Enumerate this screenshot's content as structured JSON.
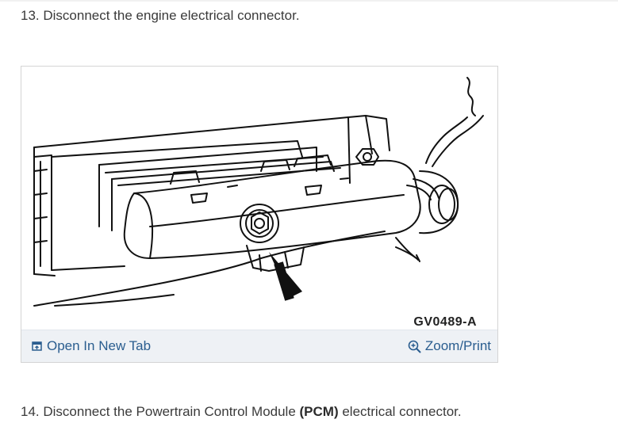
{
  "steps": {
    "step13": {
      "text": "13. Disconnect the engine electrical connector."
    },
    "step14": {
      "prefix": "14. Disconnect the Powertrain Control Module ",
      "bold": "(PCM)",
      "suffix": " electrical connector."
    }
  },
  "figure": {
    "code": "GV0489-A",
    "open_tab_label": "Open In New Tab",
    "zoom_print_label": "Zoom/Print"
  },
  "icons": {
    "open_tab": "open-new-tab-icon",
    "zoom": "zoom-in-icon"
  },
  "colors": {
    "link": "#2a5d8f",
    "footer_bg": "#eef1f5",
    "text": "#3a3a3a"
  }
}
